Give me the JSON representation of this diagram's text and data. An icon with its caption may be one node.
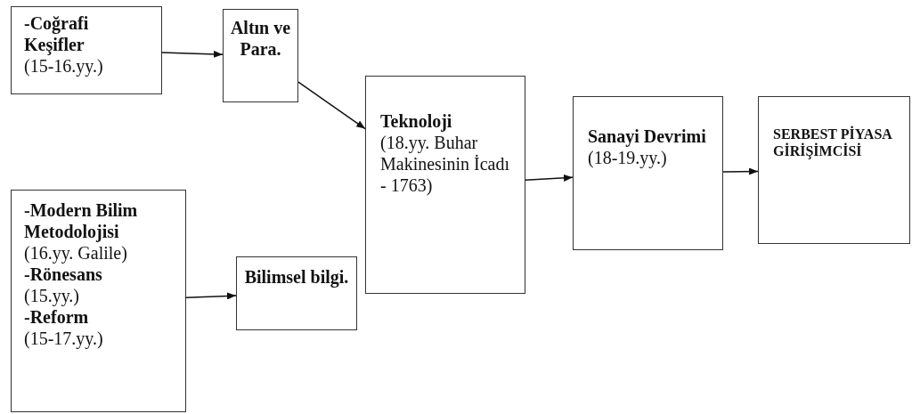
{
  "diagram": {
    "nodes": [
      {
        "text": [
          "-Coğrafi Keşifler",
          "(15-16.yy.)"
        ]
      },
      {
        "text": [
          "Altın ve Para."
        ]
      },
      {
        "text": [
          "-Modern Bilim Metodolojisi",
          "(16.yy. Galile)",
          "-Rönesans",
          "(15.yy.)",
          "-Reform",
          "(15-17.yy.)"
        ]
      },
      {
        "text": [
          "Bilimsel bilgi."
        ]
      },
      {
        "text": [
          "Teknoloji",
          "(18.yy. Buhar Makinesinin İcadı - 1763)"
        ]
      },
      {
        "text": [
          "Sanayi Devrimi",
          "(18-19.yy.)"
        ]
      },
      {
        "text": [
          "SERBEST PİYASA GİRİŞİMCİSİ"
        ]
      }
    ],
    "edges": [
      {
        "from": 0,
        "to": 1,
        "arrow": "to"
      },
      {
        "from": 1,
        "to": 4,
        "arrow": "to"
      },
      {
        "from": 2,
        "to": 3,
        "arrow": "to"
      },
      {
        "from": 4,
        "to": 5,
        "arrow": "to"
      },
      {
        "from": 5,
        "to": 6,
        "arrow": "to"
      }
    ]
  }
}
